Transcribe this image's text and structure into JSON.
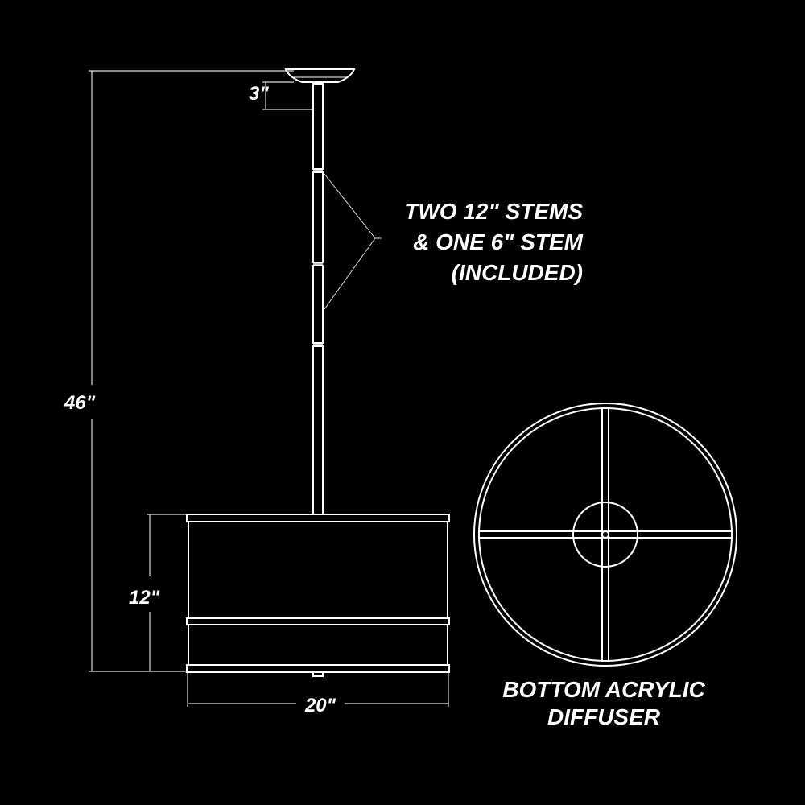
{
  "colors": {
    "background": "#000000",
    "line": "#ffffff",
    "dim_line": "#dddddd"
  },
  "dimensions": {
    "canopy_height": "3\"",
    "overall_height": "46\"",
    "shade_height": "12\"",
    "shade_width": "20\""
  },
  "stem_note": {
    "line1": "TWO 12\" STEMS",
    "line2": "& ONE 6\" STEM",
    "line3": "(INCLUDED)"
  },
  "diffuser_label": {
    "line1": "BOTTOM ACRYLIC",
    "line2": "DIFFUSER"
  }
}
